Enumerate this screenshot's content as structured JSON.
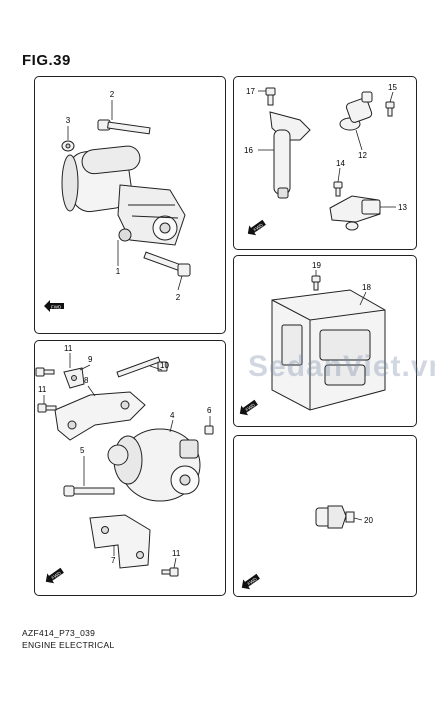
{
  "figure": {
    "title": "FIG.39"
  },
  "footer": {
    "code": "AZF414_P73_039",
    "caption": "ENGINE ELECTRICAL"
  },
  "watermark": {
    "text": "SedanViet.vn"
  },
  "callouts": {
    "p1_3": "3",
    "p1_2a": "2",
    "p1_1": "1",
    "p1_2b": "2",
    "p2_17": "17",
    "p2_15": "15",
    "p2_16": "16",
    "p2_12": "12",
    "p2_14": "14",
    "p2_13": "13",
    "p3_19": "19",
    "p3_18": "18",
    "p4_11a": "11",
    "p4_9": "9",
    "p4_8": "8",
    "p4_10": "10",
    "p4_11b": "11",
    "p4_4": "4",
    "p4_6": "6",
    "p4_5": "5",
    "p4_7": "7",
    "p4_11c": "11",
    "p5_20": "20"
  },
  "front_label": "FWD"
}
